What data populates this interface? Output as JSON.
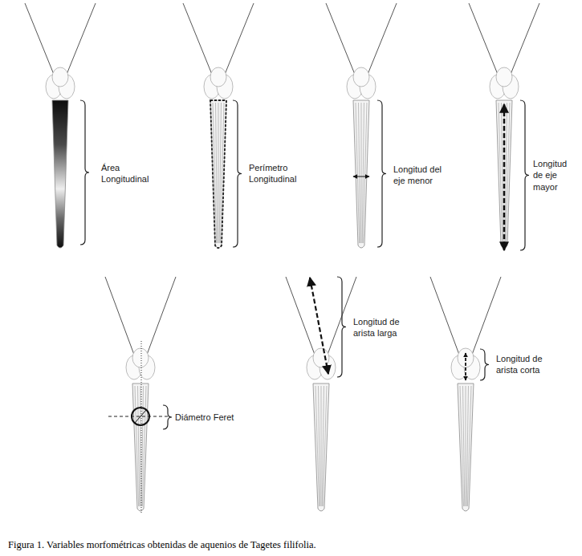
{
  "diagram": {
    "caption": "Figura 1. Variables morfométricas obtenidas de aquenios de Tagetes filifolia.",
    "labels": [
      "Área Longitudinal",
      "Perímetro Longitudinal",
      "Longitud del eje menor",
      "Longitud de eje mayor",
      "Diámetro Feret",
      "Longitud de arista larga",
      "Longitud de arista corta"
    ]
  }
}
